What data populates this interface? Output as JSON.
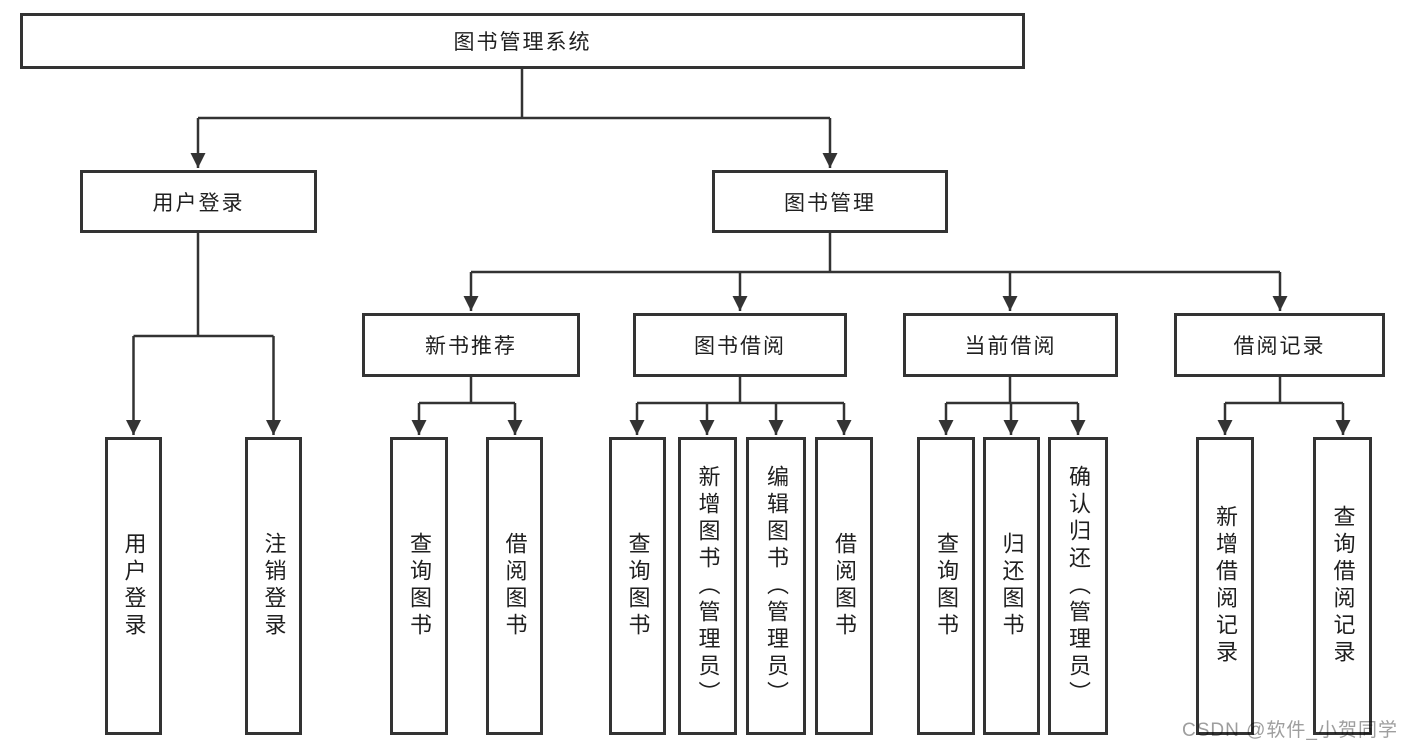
{
  "diagram": {
    "title": "图书管理系统",
    "nodes": {
      "root": "图书管理系统",
      "user_login": "用户登录",
      "book_mgmt": "图书管理",
      "new_book": "新书推荐",
      "book_borrow": "图书借阅",
      "current_borrow": "当前借阅",
      "borrow_record": "借阅记录",
      "user_login_leaf": "用户登录",
      "logout_leaf": "注销登录",
      "nb_query": "查询图书",
      "nb_borrow": "借阅图书",
      "bb_query": "查询图书",
      "bb_add": "新增图书（管理员）",
      "bb_edit": "编辑图书（管理员）",
      "bb_borrow": "借阅图书",
      "cb_query": "查询图书",
      "cb_return": "归还图书",
      "cb_confirm": "确认归还（管理员）",
      "br_add": "新增借阅记录",
      "br_query": "查询借阅记录"
    },
    "edges": [
      [
        "图书管理系统",
        "用户登录"
      ],
      [
        "图书管理系统",
        "图书管理"
      ],
      [
        "用户登录",
        "用户登录"
      ],
      [
        "用户登录",
        "注销登录"
      ],
      [
        "图书管理",
        "新书推荐"
      ],
      [
        "图书管理",
        "图书借阅"
      ],
      [
        "图书管理",
        "当前借阅"
      ],
      [
        "图书管理",
        "借阅记录"
      ],
      [
        "新书推荐",
        "查询图书"
      ],
      [
        "新书推荐",
        "借阅图书"
      ],
      [
        "图书借阅",
        "查询图书"
      ],
      [
        "图书借阅",
        "新增图书（管理员）"
      ],
      [
        "图书借阅",
        "编辑图书（管理员）"
      ],
      [
        "图书借阅",
        "借阅图书"
      ],
      [
        "当前借阅",
        "查询图书"
      ],
      [
        "当前借阅",
        "归还图书"
      ],
      [
        "当前借阅",
        "确认归还（管理员）"
      ],
      [
        "借阅记录",
        "新增借阅记录"
      ],
      [
        "借阅记录",
        "查询借阅记录"
      ]
    ],
    "colors": {
      "line": "#333333",
      "box_border": "#333333",
      "box_fill": "#ffffff",
      "text": "#1f1f1f",
      "watermark": "#9e9e9e"
    }
  },
  "watermark": "CSDN @软件_小贺同学"
}
